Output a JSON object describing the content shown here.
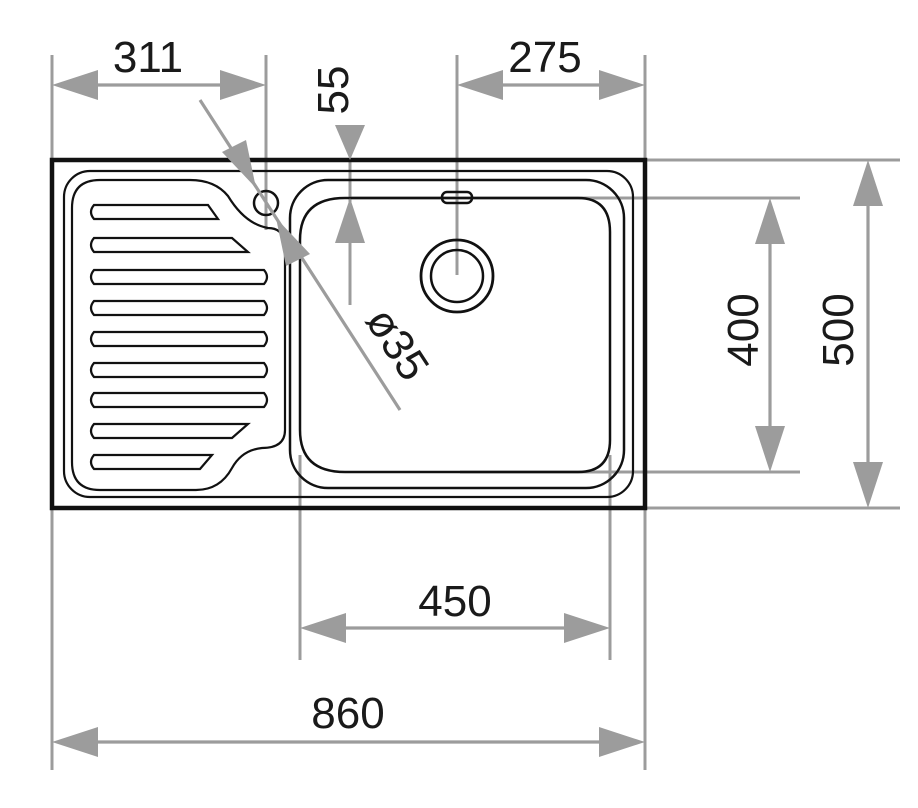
{
  "drawing": {
    "dimensions": {
      "drainer_length": "311",
      "hole_offset": "55",
      "bowl_edge_offset": "275",
      "bowl_length": "450",
      "overall_length": "860",
      "bowl_depth": "400",
      "overall_depth": "500",
      "hole_diameter": "ø35"
    },
    "colors": {
      "dimension_line": "#9c9c9c",
      "outline": "#111111",
      "text": "#1a1a1a"
    }
  }
}
